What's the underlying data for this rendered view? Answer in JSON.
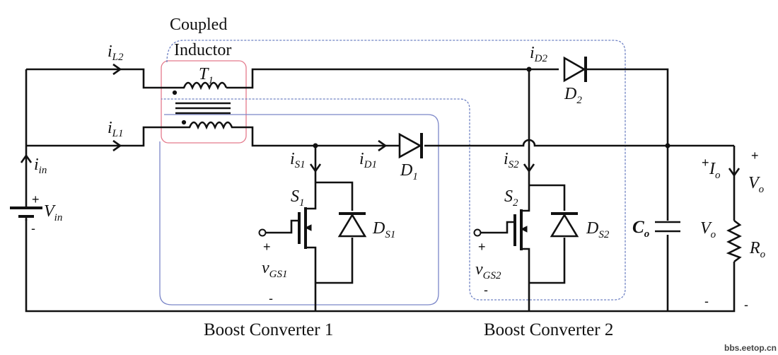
{
  "texts": {
    "coupled": "Coupled",
    "inductor": "Inductor",
    "t1": "T",
    "t1_sub": "1",
    "il2": "i",
    "il2_sub": "L2",
    "il1": "i",
    "il1_sub": "L1",
    "iin": "i",
    "iin_sub": "in",
    "vin_plus": "+",
    "vin": "V",
    "vin_sub": "in",
    "vin_minus": "-",
    "is1": "i",
    "is1_sub": "S1",
    "id1": "i",
    "id1_sub": "D1",
    "d1": "D",
    "d1_sub": "1",
    "s1": "S",
    "s1_sub": "1",
    "ds1": "D",
    "ds1_sub": "S1",
    "vgs1_plus": "+",
    "vgs1": "v",
    "vgs1_sub": "GS1",
    "vgs1_minus": "-",
    "id2": "i",
    "id2_sub": "D2",
    "d2": "D",
    "d2_sub": "2",
    "is2": "i",
    "is2_sub": "S2",
    "s2": "S",
    "s2_sub": "2",
    "ds2": "D",
    "ds2_sub": "S2",
    "vgs2_plus": "+",
    "vgs2": "v",
    "vgs2_sub": "GS2",
    "vgs2_minus": "-",
    "co": "C",
    "co_sub": "o",
    "vo_cap": "V",
    "vo_cap_sub": "o",
    "io_plus": "+",
    "io": "I",
    "io_sub": "o",
    "vo_plus": "+",
    "vo": "V",
    "vo_sub": "o",
    "ro": "R",
    "ro_sub": "o",
    "minus_left": "-",
    "minus_right": "-",
    "boost1": "Boost Converter 1",
    "boost2": "Boost Converter 2",
    "watermark": "bbs.eetop.cn"
  },
  "colors": {
    "wire": "#111111",
    "converter_outline": "#6f82c4",
    "coupled_inductor_outline": "#e47a8c"
  }
}
